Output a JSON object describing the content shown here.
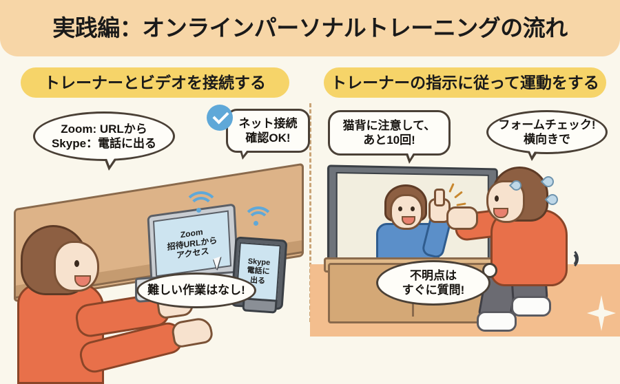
{
  "header": {
    "title": "実践編：オンラインパーソナルトレーニングの流れ",
    "band_color": "#F7D6A7"
  },
  "theme": {
    "background": "#FAF7EC",
    "pill_color": "#F6D469",
    "accent_blue": "#5FA8D8",
    "clothing_orange": "#E8704A",
    "wood_brown": "#D4A876",
    "divider_color": "#C9A477"
  },
  "panels": [
    {
      "id": "connect-video",
      "pill_label": "トレーナーとビデオを接続する",
      "bubbles": [
        {
          "id": "apps",
          "line1": "Zoom: URLから",
          "line2": "Skype：電話に出る"
        },
        {
          "id": "net-ok",
          "line1": "ネット接続",
          "line2": "確認OK!",
          "badge": "check-icon"
        },
        {
          "id": "easy",
          "line1": "難しい作業はなし!"
        }
      ],
      "devices": [
        {
          "id": "laptop",
          "screen_line1": "Zoom",
          "screen_line2": "招待URLから",
          "screen_line3": "アクセス",
          "icon": "wifi-icon"
        },
        {
          "id": "phone",
          "screen_line1": "Skype",
          "screen_line2": "電話に",
          "screen_line3": "出る",
          "icon": "wifi-icon"
        }
      ],
      "figures": [
        {
          "id": "user-at-desk",
          "description": "woman-at-desk"
        }
      ]
    },
    {
      "id": "follow-instructions",
      "pill_label": "トレーナーの指示に従って運動をする",
      "bubbles": [
        {
          "id": "posture",
          "line1": "猫背に注意して、",
          "line2": "あと10回!"
        },
        {
          "id": "form-check",
          "line1": "フォームチェック!",
          "line2": "横向きで"
        },
        {
          "id": "question",
          "line1": "不明点は",
          "line2": "すぐに質問!"
        }
      ],
      "devices": [
        {
          "id": "tv",
          "description": "television-with-trainer"
        }
      ],
      "figures": [
        {
          "id": "trainer-on-screen",
          "description": "trainer-pointing-up"
        },
        {
          "id": "user-squatting",
          "description": "woman-doing-squat"
        }
      ]
    }
  ]
}
